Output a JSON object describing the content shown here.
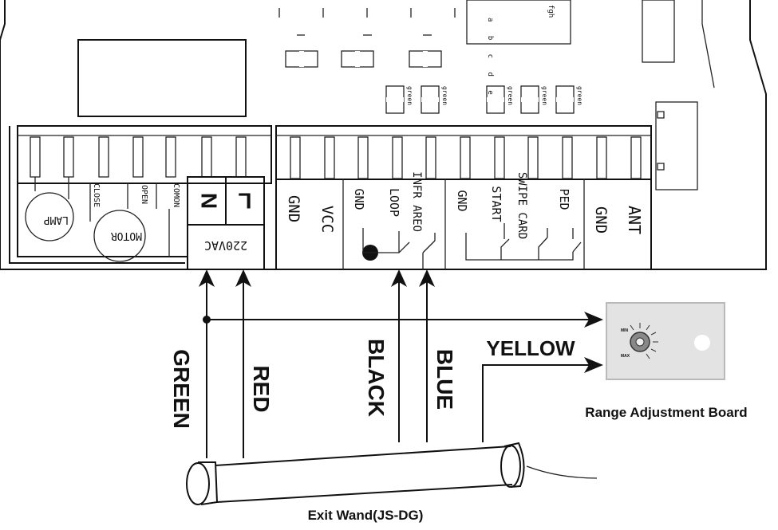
{
  "left_block": {
    "lamp": "LAMP",
    "motor": "MOTOR",
    "close": "CLOSE",
    "open": "OPEN",
    "comon": "COMON",
    "n": "N",
    "l": "L",
    "power": "220VAC"
  },
  "right_block": {
    "terminals": [
      "GND",
      "VCC",
      "GND",
      "LOOP",
      "INFR AREO",
      "GND",
      "START",
      "SWIPE CARD",
      "PED",
      "GND",
      "ANT"
    ]
  },
  "led_labels": [
    "green",
    "green",
    "green",
    "green",
    "green"
  ],
  "top_connector": "a b c d e",
  "top_connector_tag": "fgh",
  "wires": {
    "green": "GREEN",
    "red": "RED",
    "black": "BLACK",
    "blue": "BLUE",
    "yellow": "YELLOW"
  },
  "range_board_label": "Range Adjustment Board",
  "range_board_knob_text": [
    "MIN",
    "MAX"
  ],
  "wand_label": "Exit Wand(JS-DG)"
}
